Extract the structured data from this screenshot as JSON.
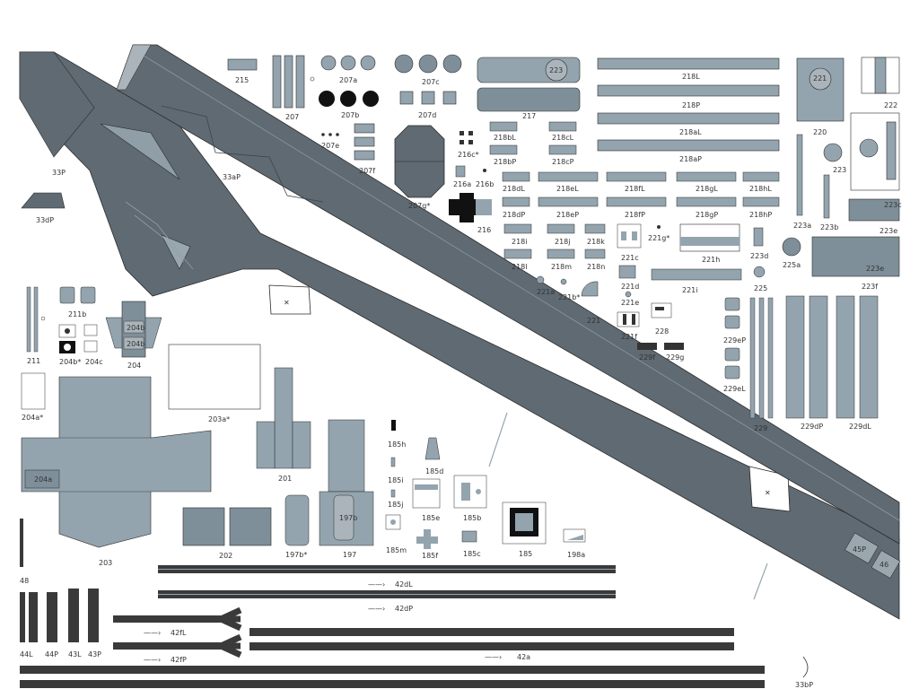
{
  "colors": {
    "paper": "#ffffff",
    "hull_dark": "#5f6a72",
    "part_light": "#93a4ae",
    "part_mid": "#7e8f99",
    "outline": "#2b2b2b",
    "black": "#111111",
    "rail": "#3a3a3a"
  },
  "labels": {
    "l33P": "33P",
    "l33dP": "33dP",
    "l33aP": "33aP",
    "l33bP": "33bP",
    "l215": "215",
    "l207": "207",
    "l207a": "207a",
    "l207b": "207b",
    "l207c": "207c",
    "l207d": "207d",
    "l207e": "207e",
    "l207f": "207f",
    "l207g": "207g*",
    "l217": "217",
    "l223t": "223",
    "l218L": "218L",
    "l218P": "218P",
    "l218aL": "218aL",
    "l218aP": "218aP",
    "l218bL": "218bL",
    "l218cL": "218cL",
    "l218bP": "218bP",
    "l218cP": "218cP",
    "l218dL": "218dL",
    "l218eL": "218eL",
    "l218fL": "218fL",
    "l218gL": "218gL",
    "l218hL": "218hL",
    "l218dP": "218dP",
    "l218eP": "218eP",
    "l218fP": "218fP",
    "l218gP": "218gP",
    "l218hP": "218hP",
    "l218i": "218i",
    "l218j": "218j",
    "l218k": "218k",
    "l218l": "218l",
    "l218m": "218m",
    "l218n": "218n",
    "l216": "216",
    "l216a": "216a",
    "l216b": "216b",
    "l216c": "216c*",
    "l220": "220",
    "l221": "221",
    "l222": "222",
    "l223": "223",
    "l223a": "223a",
    "l223b": "223b",
    "l223c": "223c",
    "l223d": "223d",
    "l223e": "223e",
    "l223f": "223f",
    "l223e2": "223e",
    "l221a": "221a",
    "l221b": "221b*",
    "l221c": "221c",
    "l221d": "221d",
    "l221e": "221e",
    "l221f": "221f",
    "l221g": "221g*",
    "l221h": "221h",
    "l221i": "221i",
    "l225": "225",
    "l225a": "225a",
    "l228": "228",
    "l229f": "229f",
    "l229g": "229g",
    "l229eP": "229eP",
    "l229eL": "229eL",
    "l229": "229",
    "l229dP": "229dP",
    "l229dL": "229dL",
    "l211": "211",
    "l211b": "211b",
    "l204": "204",
    "l204b": "204b*",
    "l204c": "204c",
    "l204bA": "204b",
    "l204bB": "204b",
    "l204a": "204a*",
    "l204aB": "204a",
    "l203a": "203a*",
    "l203": "203",
    "l201": "201",
    "l202": "202",
    "l197b": "197b*",
    "l197": "197",
    "l197bIn": "197b",
    "l185h": "185h",
    "l185i": "185i",
    "l185j": "185j",
    "l185m": "185m",
    "l185d": "185d",
    "l185e": "185e",
    "l185b": "185b",
    "l185f": "185f",
    "l185c": "185c",
    "l185": "185",
    "l198a": "198a",
    "l42dL": "42dL",
    "l42dP": "42dP",
    "l42fL": "42fL",
    "l42fP": "42fP",
    "l42a": "42a",
    "l44L": "44L",
    "l44P": "44P",
    "l43L": "43L",
    "l43P": "43P",
    "l48": "48",
    "l45P": "45P",
    "l46": "46"
  }
}
